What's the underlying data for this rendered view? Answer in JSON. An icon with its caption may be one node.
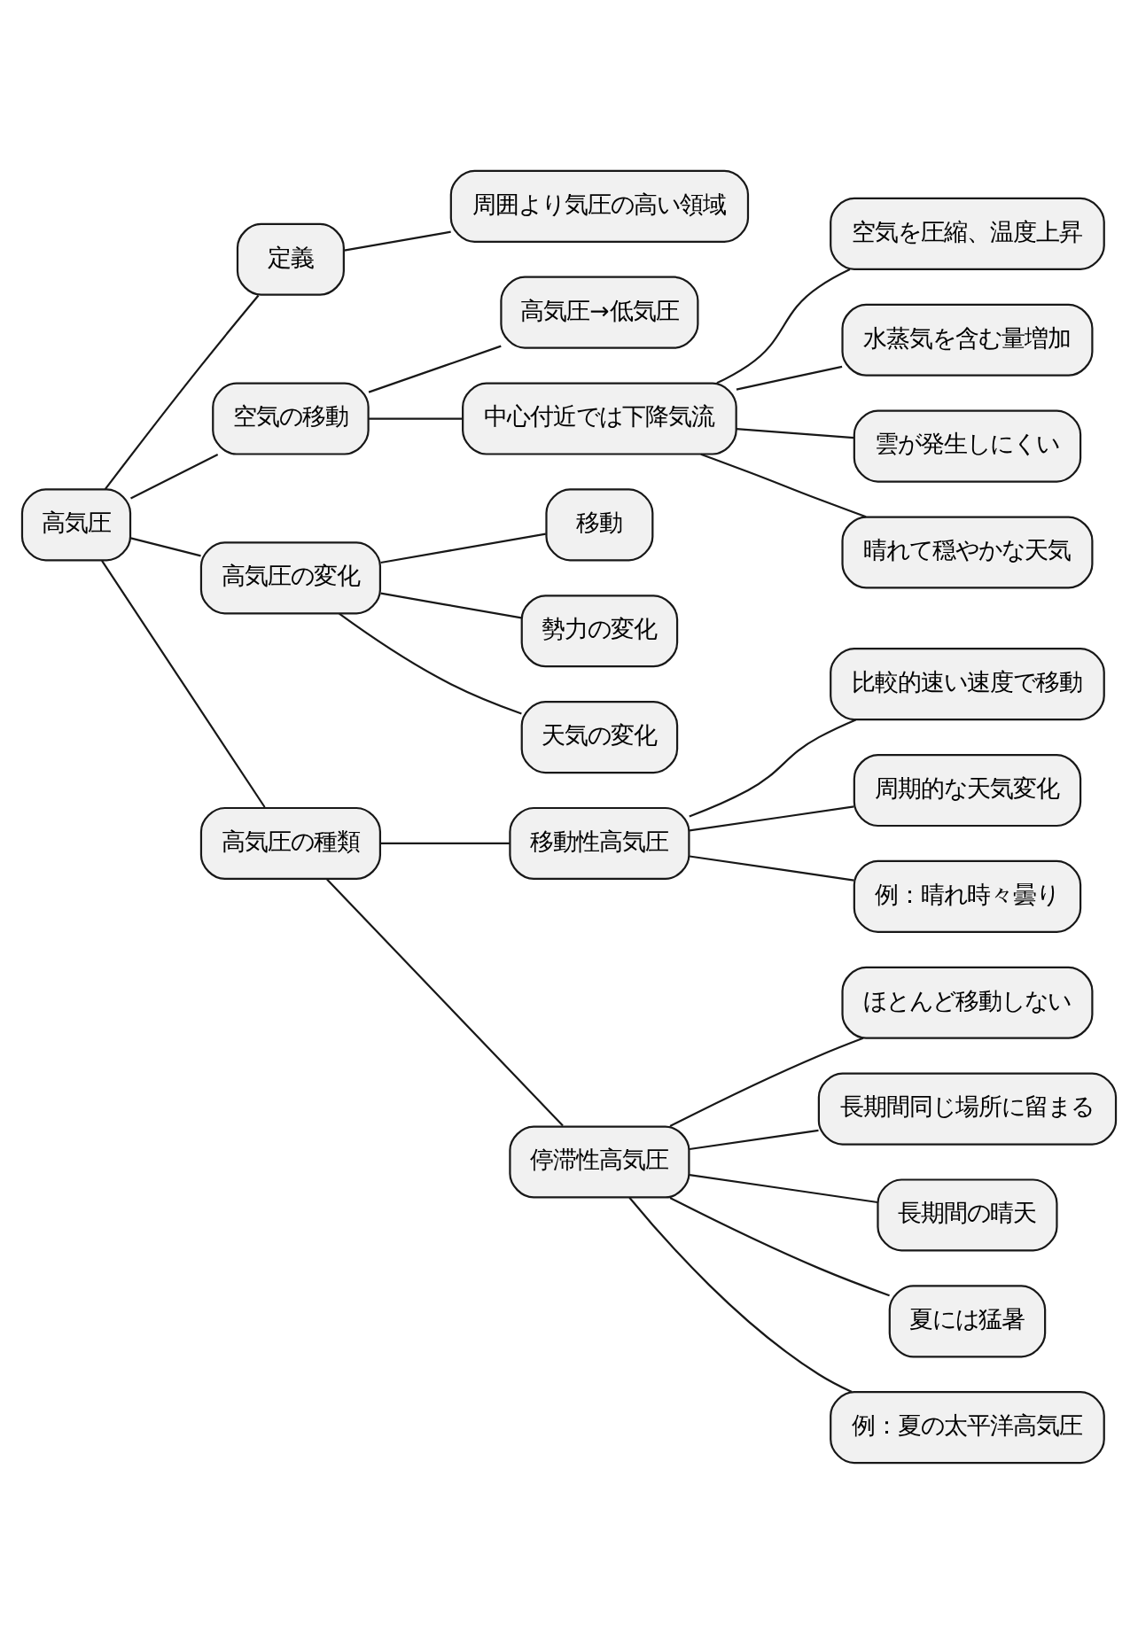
{
  "diagram": {
    "nodes": [
      {
        "text": [
          "高気圧"
        ]
      },
      {
        "text": [
          "定義"
        ]
      },
      {
        "text": [
          "周囲より気圧の高い領域"
        ]
      },
      {
        "text": [
          "空気の移動"
        ]
      },
      {
        "text": [
          "高気圧→低気圧"
        ]
      },
      {
        "text": [
          "中心付近では下降気流"
        ]
      },
      {
        "text": [
          "空気を圧縮、温度上昇"
        ]
      },
      {
        "text": [
          "水蒸気を含む量増加"
        ]
      },
      {
        "text": [
          "雲が発生しにくい"
        ]
      },
      {
        "text": [
          "晴れて穏やかな天気"
        ]
      },
      {
        "text": [
          "高気圧の変化"
        ]
      },
      {
        "text": [
          "移動"
        ]
      },
      {
        "text": [
          "勢力の変化"
        ]
      },
      {
        "text": [
          "天気の変化"
        ]
      },
      {
        "text": [
          "高気圧の種類"
        ]
      },
      {
        "text": [
          "移動性高気圧"
        ]
      },
      {
        "text": [
          "比較的速い速度で移動"
        ]
      },
      {
        "text": [
          "周期的な天気変化"
        ]
      },
      {
        "text": [
          "例：晴れ時々曇り"
        ]
      },
      {
        "text": [
          "停滞性高気圧"
        ]
      },
      {
        "text": [
          "ほとんど移動しない"
        ]
      },
      {
        "text": [
          "長期間同じ場所に留まる"
        ]
      },
      {
        "text": [
          "長期間の晴天"
        ]
      },
      {
        "text": [
          "夏には猛暑"
        ]
      },
      {
        "text": [
          "例：夏の太平洋高気圧"
        ]
      }
    ],
    "edges": [
      {
        "from": 0,
        "to": 1,
        "arrow": "none"
      },
      {
        "from": 1,
        "to": 2,
        "arrow": "none"
      },
      {
        "from": 0,
        "to": 3,
        "arrow": "none"
      },
      {
        "from": 3,
        "to": 4,
        "arrow": "none"
      },
      {
        "from": 3,
        "to": 5,
        "arrow": "none"
      },
      {
        "from": 5,
        "to": 6,
        "arrow": "none"
      },
      {
        "from": 5,
        "to": 7,
        "arrow": "none"
      },
      {
        "from": 5,
        "to": 8,
        "arrow": "none"
      },
      {
        "from": 5,
        "to": 9,
        "arrow": "none"
      },
      {
        "from": 0,
        "to": 10,
        "arrow": "none"
      },
      {
        "from": 10,
        "to": 11,
        "arrow": "none"
      },
      {
        "from": 10,
        "to": 12,
        "arrow": "none"
      },
      {
        "from": 10,
        "to": 13,
        "arrow": "none"
      },
      {
        "from": 0,
        "to": 14,
        "arrow": "none"
      },
      {
        "from": 14,
        "to": 15,
        "arrow": "none"
      },
      {
        "from": 15,
        "to": 16,
        "arrow": "none"
      },
      {
        "from": 15,
        "to": 17,
        "arrow": "none"
      },
      {
        "from": 15,
        "to": 18,
        "arrow": "none"
      },
      {
        "from": 14,
        "to": 19,
        "arrow": "none"
      },
      {
        "from": 19,
        "to": 20,
        "arrow": "none"
      },
      {
        "from": 19,
        "to": 21,
        "arrow": "none"
      },
      {
        "from": 19,
        "to": 22,
        "arrow": "none"
      },
      {
        "from": 19,
        "to": 23,
        "arrow": "none"
      },
      {
        "from": 19,
        "to": 24,
        "arrow": "none"
      }
    ]
  }
}
